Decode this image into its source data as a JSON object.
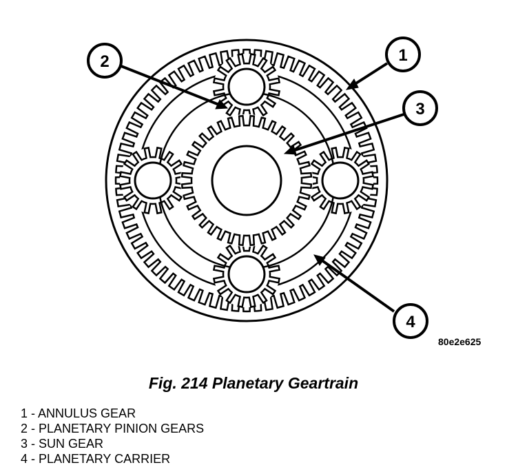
{
  "figure": {
    "title": "Fig. 214 Planetary Geartrain",
    "reference_code": "80e2e625"
  },
  "callouts": [
    {
      "number": "1",
      "target": "annulus-gear"
    },
    {
      "number": "2",
      "target": "planetary-pinion-gear"
    },
    {
      "number": "3",
      "target": "sun-gear"
    },
    {
      "number": "4",
      "target": "planetary-carrier"
    }
  ],
  "legend": [
    {
      "number": "1",
      "separator": " - ",
      "label": "ANNULUS GEAR"
    },
    {
      "number": "2",
      "separator": " - ",
      "label": "PLANETARY PINION GEARS"
    },
    {
      "number": "3",
      "separator": " - ",
      "label": "SUN GEAR"
    },
    {
      "number": "4",
      "separator": " - ",
      "label": "PLANETARY CARRIER"
    }
  ],
  "colors": {
    "line": "#000000",
    "background": "#ffffff"
  }
}
